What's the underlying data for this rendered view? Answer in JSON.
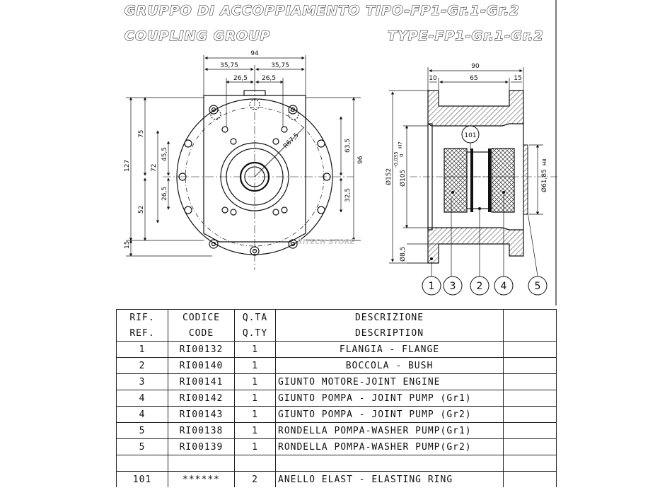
{
  "header": {
    "title_it": "GRUPPO DI ACCOPPIAMENTO TIPO-FP1-Gr.1-Gr.2",
    "title_en": "COUPLING GROUP",
    "type_code": "TYPE-FP1-Gr.1-Gr.2"
  },
  "front_view": {
    "dims": {
      "width": "94",
      "half_left": "35,75",
      "half_right": "35,75",
      "inner_left": "26,5",
      "inner_right": "26,5",
      "radius": "R67,5",
      "h127": "127",
      "h75": "75",
      "h72": "72",
      "h45_5": "45,5",
      "h26_5": "26,5",
      "h52": "52",
      "h15": "15",
      "h63_5": "63,5",
      "h32_5": "32,5",
      "h96": "96"
    }
  },
  "section_view": {
    "dims": {
      "length": "90",
      "d10": "10",
      "d65": "65",
      "d15": "15",
      "dia152": "Ø152",
      "dia105": "Ø105",
      "tol_upper": "-0,035",
      "tol_lower": "0",
      "fit_h7": "H7",
      "dia61_85": "Ø61,85",
      "fit_h8": "H8",
      "dia8_5": "Ø8,5"
    },
    "balloons": [
      "1",
      "3",
      "2",
      "4",
      "5"
    ],
    "balloon_top": "101"
  },
  "watermark": "RITECH STORE",
  "parts_table": {
    "header_it": [
      "RIF.",
      "CODICE",
      "Q.TA",
      "DESCRIZIONE"
    ],
    "header_en": [
      "REF.",
      "CODE",
      "Q.TY",
      "DESCRIPTION"
    ],
    "rows": [
      {
        "ref": "1",
        "code": "RI00132",
        "qty": "1",
        "desc": "FLANGIA - FLANGE"
      },
      {
        "ref": "2",
        "code": "RI00140",
        "qty": "1",
        "desc": "BOCCOLA - BUSH"
      },
      {
        "ref": "3",
        "code": "RI00141",
        "qty": "1",
        "desc": "GIUNTO MOTORE-JOINT ENGINE"
      },
      {
        "ref": "4",
        "code": "RI00142",
        "qty": "1",
        "desc": "GIUNTO POMPA - JOINT PUMP (Gr1)"
      },
      {
        "ref": "4",
        "code": "RI00143",
        "qty": "1",
        "desc": "GIUNTO POMPA - JOINT PUMP (Gr2)"
      },
      {
        "ref": "5",
        "code": "RI00138",
        "qty": "1",
        "desc": "RONDELLA POMPA-WASHER PUMP(Gr1)"
      },
      {
        "ref": "5",
        "code": "RI00139",
        "qty": "1",
        "desc": "RONDELLA POMPA-WASHER PUMP(Gr2)"
      },
      {
        "ref": "",
        "code": "",
        "qty": "",
        "desc": ""
      },
      {
        "ref": "101",
        "code": "******",
        "qty": "2",
        "desc": "ANELLO ELAST - ELASTING RING"
      }
    ]
  }
}
